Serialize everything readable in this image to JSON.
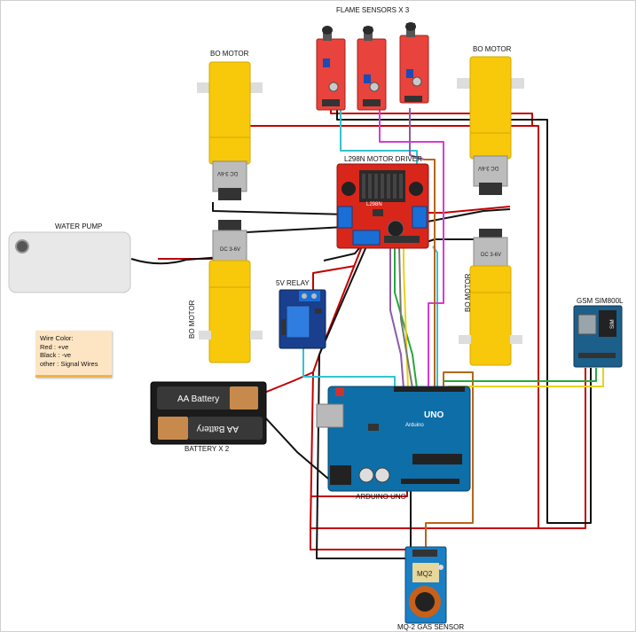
{
  "labels": {
    "flame_sensors": "FLAME SENSORS X 3",
    "bo_motor_top_left": "BO MOTOR",
    "bo_motor_top_right": "BO MOTOR",
    "bo_motor_bottom_left": "BO MOTOR",
    "bo_motor_bottom_right": "BO MOTOR",
    "motor_driver": "L298N MOTOR DRIVER",
    "water_pump": "WATER PUMP",
    "relay": "5V RELAY",
    "gsm": "GSM SIM800L",
    "battery": "BATTERY X 2",
    "arduino": "ARDUINO UNO",
    "gas_sensor": "MQ-2 GAS SENSOR"
  },
  "components": {
    "battery_text_1": "AA Battery",
    "battery_text_2": "AA Battery",
    "motor_text": "DC 3-6V",
    "arduino_logo": "UNO",
    "arduino_brand": "Arduino",
    "mq2_text": "MQ2",
    "driver_chip": "L298N",
    "gsm_text": "SIM"
  },
  "legend": {
    "title": "Wire Color:",
    "red": "Red : +ve",
    "black": "Black : -ve",
    "other": "other : Signal Wires"
  },
  "colors": {
    "wire_red": "#c00000",
    "wire_black": "#111111",
    "wire_cyan": "#33c3d1",
    "wire_magenta": "#d63bd6",
    "wire_brown": "#b8651b",
    "wire_green": "#2aa63c",
    "wire_yellow": "#e8d21a",
    "wire_purple": "#8e5aa8",
    "motor_yellow": "#f7c90a",
    "board_red": "#d8261b",
    "arduino_blue": "#0e6ea7",
    "gsm_blue": "#1c5f8a",
    "note_bg": "#fde5c3"
  }
}
